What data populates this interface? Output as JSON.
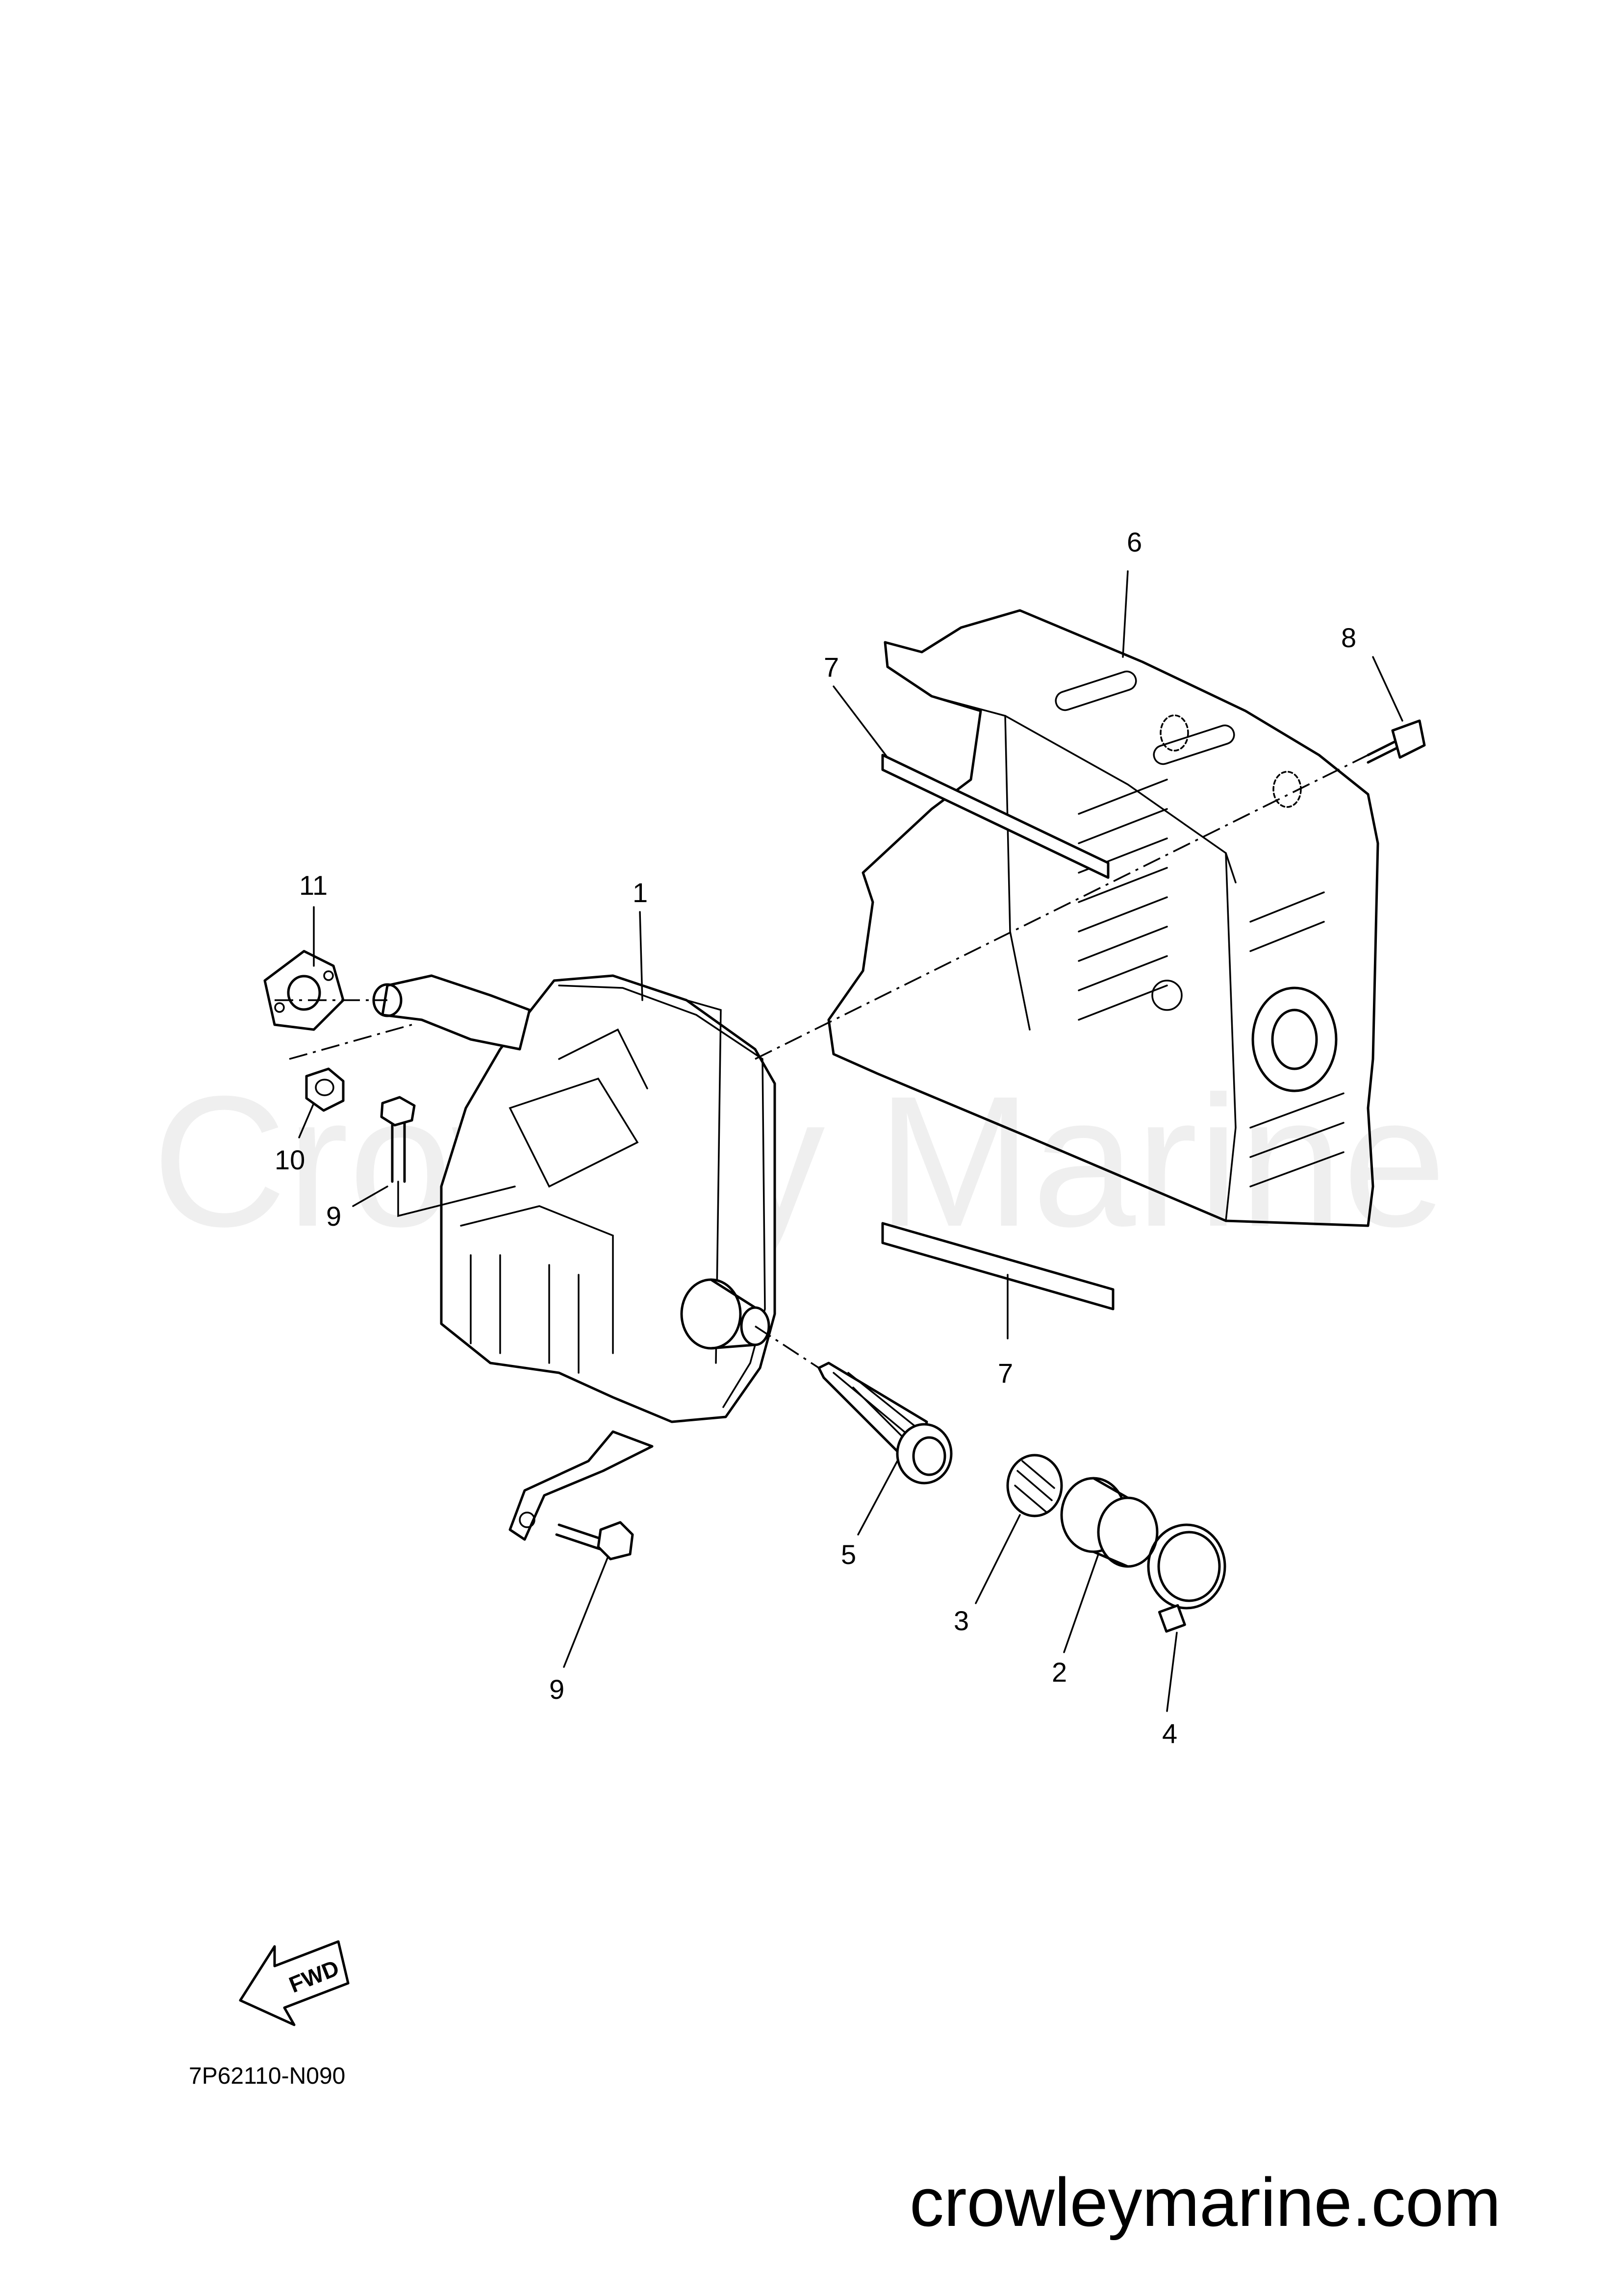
{
  "diagram": {
    "watermark": "Crowley Marine",
    "website": "crowleymarine.com",
    "reference_code": "7P62110-N090",
    "fwd_label": "FWD",
    "callouts": {
      "c1": "1",
      "c2": "2",
      "c3": "3",
      "c4": "4",
      "c5": "5",
      "c6": "6",
      "c7a": "7",
      "c7b": "7",
      "c8": "8",
      "c9a": "9",
      "c9b": "9",
      "c10": "10",
      "c11": "11"
    },
    "colors": {
      "ink": "#000000",
      "watermark": "#efefef",
      "background": "#ffffff"
    }
  }
}
